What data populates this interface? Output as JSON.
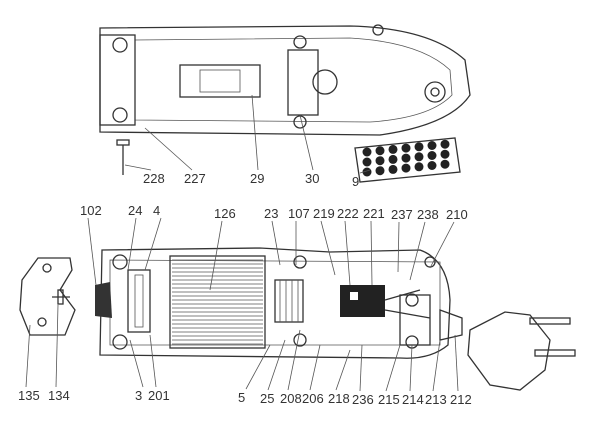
{
  "diagram": {
    "top_view_labels": [
      "228",
      "227",
      "29",
      "30",
      "9"
    ],
    "bottom_view_top_labels": [
      "102",
      "24",
      "4",
      "126",
      "23",
      "107",
      "219",
      "222",
      "221",
      "237",
      "238",
      "210"
    ],
    "bottom_view_bottom_labels": [
      "135",
      "134",
      "3",
      "201",
      "5",
      "25",
      "208",
      "206",
      "218",
      "236",
      "215",
      "214",
      "213",
      "212"
    ],
    "colors": {
      "line": "#333333",
      "background": "#ffffff",
      "fill_dark": "#222222"
    }
  }
}
